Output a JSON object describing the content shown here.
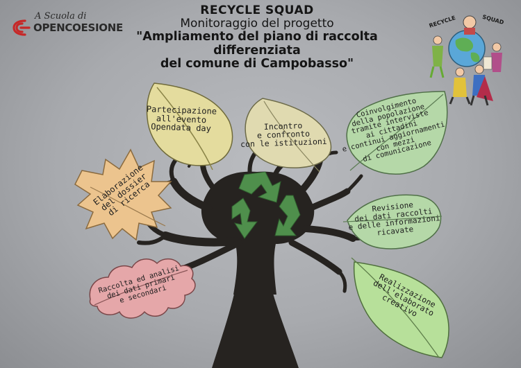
{
  "header": {
    "line1": "RECYCLE SQUAD",
    "line2": "Monitoraggio del progetto",
    "line3": "\"Ampliamento del piano di raccolta differenziata",
    "line4": "del comune di Campobasso\""
  },
  "logo": {
    "line1": "A Scuola di",
    "line2": "OPENCOESIONE"
  },
  "mascot": {
    "label_left": "RECYCLE",
    "label_right": "SQUAD"
  },
  "leaves": {
    "top_left": "Partecipazione\nall'evento\nOpendata day",
    "top_center": "Incontro\ne confronto\ncon le istituzioni",
    "top_right": "Coinvolgimento\ndella popolazione\ntramite interviste\nai cittadini\ne continui aggiornamenti\ncon mezzi\ndi comunicazione",
    "left": "Elaborazione\ndel dossier\ndi ricerca",
    "bottom_left": "Raccolta ed analisi\ndei dati primari\ne secondari",
    "right": "Revisione\ndei dati raccolti\ne delle informazioni\nricavate",
    "bottom_right": "Realizzazione\ndell'elaborato\ncreativo"
  },
  "colors": {
    "leaf_yellow": "#e4dc9e",
    "leaf_green": "#b5d8a8",
    "leaf_orange": "#ecc48e",
    "leaf_pink": "#e5a7a9",
    "leaf_green_strong": "#b7e09a",
    "recycle_green": "#4f8f4c",
    "trunk": "#262320",
    "logo_red": "#c62828"
  },
  "icons": [
    "recycle-icon",
    "opencoesione-logo-icon",
    "recycle-squad-mascot-icon"
  ]
}
